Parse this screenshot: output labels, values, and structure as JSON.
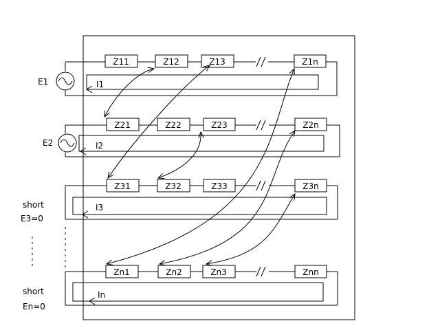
{
  "impedances": {
    "z11": "Z11",
    "z12": "Z12",
    "z13": "Z13",
    "z1n": "Z1n",
    "z21": "Z21",
    "z22": "Z22",
    "z23": "Z23",
    "z2n": "Z2n",
    "z31": "Z31",
    "z32": "Z32",
    "z33": "Z33",
    "z3n": "Z3n",
    "zn1": "Zn1",
    "zn2": "Zn2",
    "zn3": "Zn3",
    "znn": "Znn"
  },
  "sources": {
    "e1": "E1",
    "e2": "E2"
  },
  "currents": {
    "i1": "I1",
    "i2": "I2",
    "i3": "I3",
    "in": "In"
  },
  "notes": {
    "short3": "short",
    "e3zero": "E3=0",
    "shortn": "short",
    "enzero": "En=0"
  }
}
